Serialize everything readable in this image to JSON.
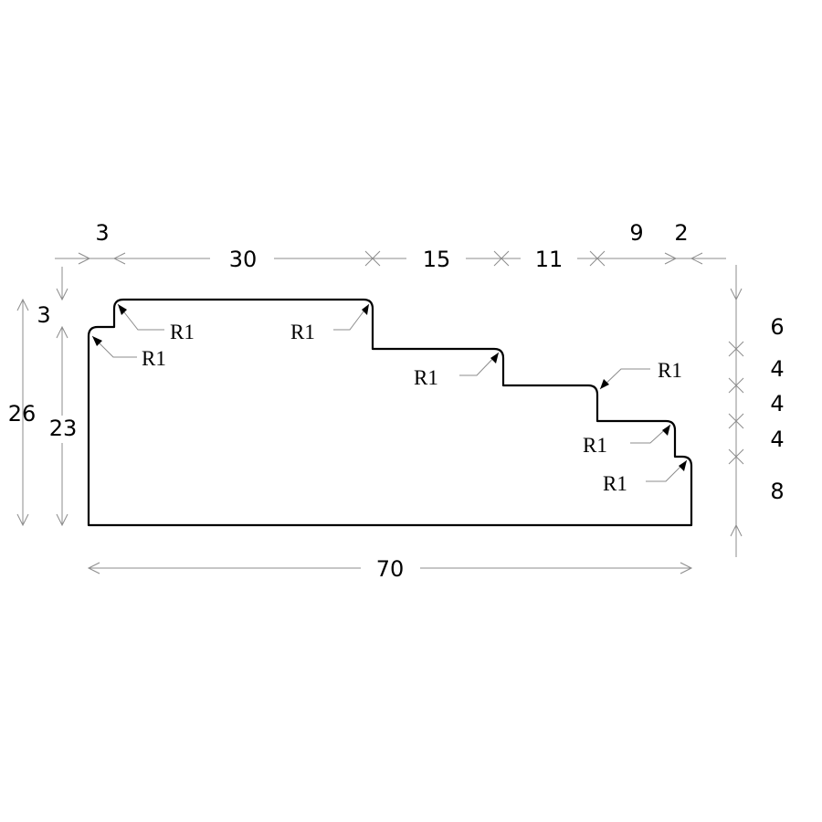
{
  "dimensions": {
    "top": [
      "3",
      "30",
      "15",
      "11",
      "9",
      "2"
    ],
    "left_outer": "26",
    "left_step": "3",
    "left_inner": "23",
    "bottom_total": "70",
    "right": [
      "6",
      "4",
      "4",
      "4",
      "8"
    ]
  },
  "radii": [
    "R1",
    "R1",
    "R1",
    "R1",
    "R1",
    "R1",
    "R1"
  ],
  "colors": {
    "profile": "#000000",
    "dimension_lines": "#8c8c8c",
    "background": "#ffffff"
  }
}
